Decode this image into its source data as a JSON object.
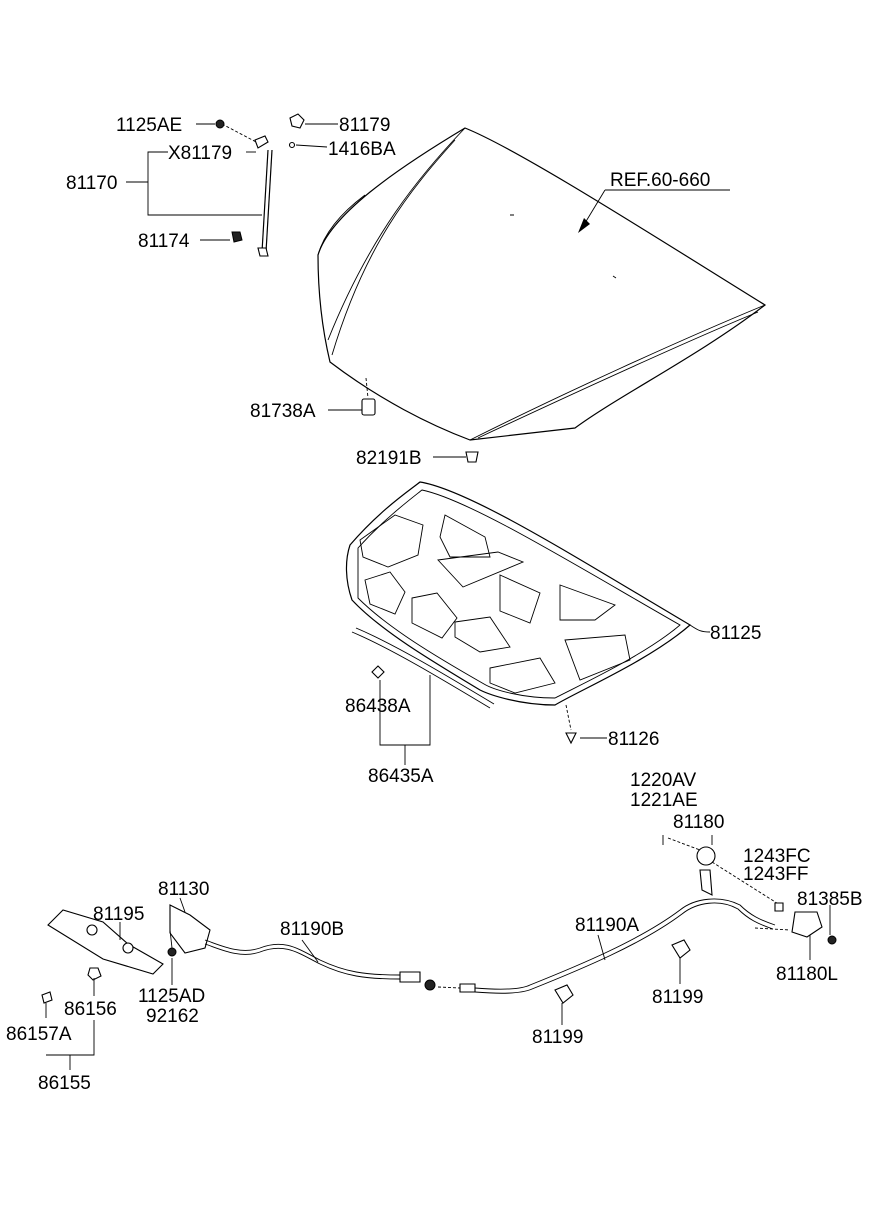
{
  "labels": {
    "l1125AE": "1125AE",
    "l81179a": "81179",
    "lX81179": "X81179",
    "l1416BA": "1416BA",
    "l81170": "81170",
    "lREF": "REF.60-660",
    "l81174": "81174",
    "l81738A": "81738A",
    "l82191B": "82191B",
    "l81125": "81125",
    "l86438A": "86438A",
    "l81126": "81126",
    "l86435A": "86435A",
    "l1220AV": "1220AV",
    "l1221AE": "1221AE",
    "l81180": "81180",
    "l1243FC": "1243FC",
    "l1243FF": "1243FF",
    "l81130": "81130",
    "l81195": "81195",
    "l81190B": "81190B",
    "l81190A": "81190A",
    "l81385B": "81385B",
    "l1125AD": "1125AD",
    "l92162": "92162",
    "l86156": "86156",
    "l81199a": "81199",
    "l81180L": "81180L",
    "l86157A": "86157A",
    "l81199b": "81199",
    "l86155": "86155"
  }
}
